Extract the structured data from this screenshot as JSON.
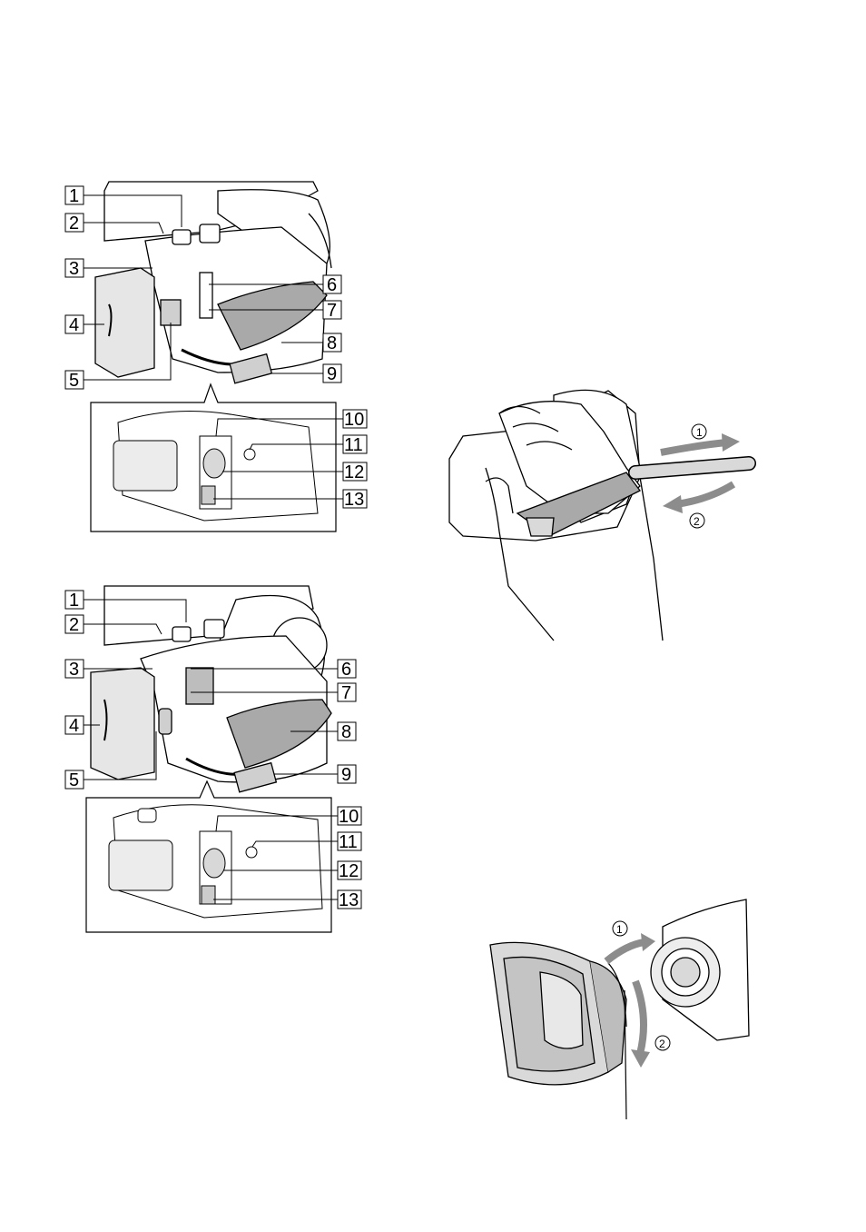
{
  "figures": {
    "camcorder_a": {
      "labels": [
        "1",
        "2",
        "3",
        "4",
        "5",
        "6",
        "7",
        "8",
        "9",
        "10",
        "11",
        "12",
        "13"
      ]
    },
    "camcorder_b": {
      "labels": [
        "1",
        "2",
        "3",
        "4",
        "5",
        "6",
        "7",
        "8",
        "9",
        "10",
        "11",
        "12",
        "13"
      ]
    },
    "grip_belt": {
      "steps": [
        "①",
        "②"
      ]
    },
    "lens_hood": {
      "steps": [
        "①",
        "②"
      ]
    }
  }
}
